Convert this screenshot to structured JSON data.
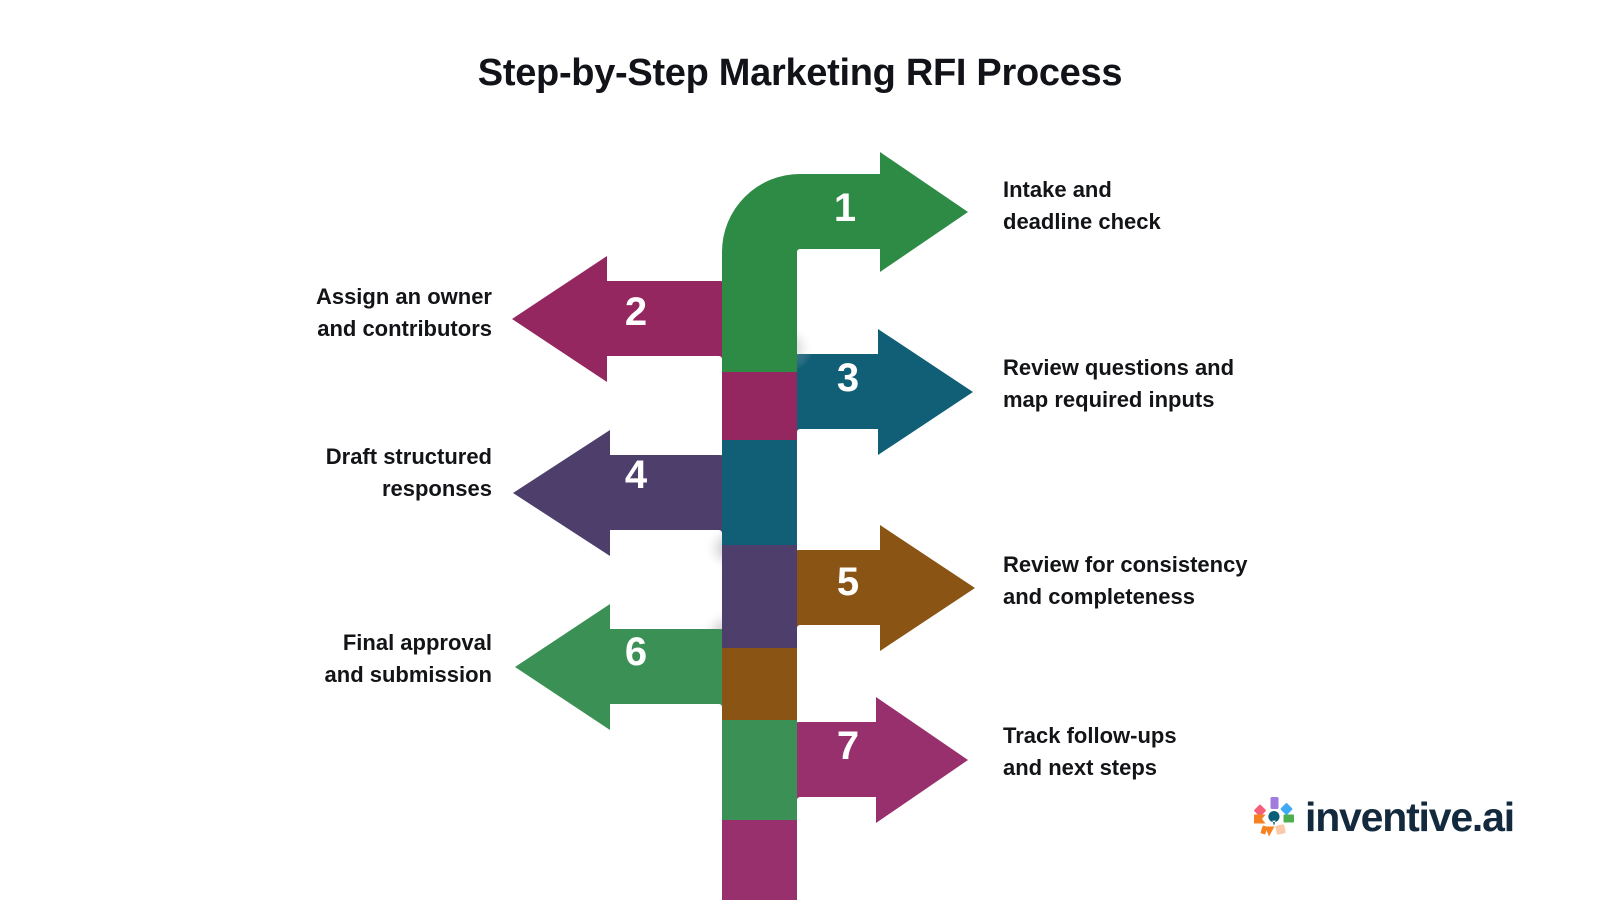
{
  "title": "Step-by-Step Marketing RFI Process",
  "colors": {
    "green_1": "#2E8B46",
    "magenta_2": "#94275F",
    "teal_3": "#115E77",
    "purple_4": "#4E3E6C",
    "brown_5": "#8A5514",
    "green_6": "#3B9155",
    "magenta_7": "#97306D",
    "title_text": "#111318",
    "label_text": "#131417",
    "number_text": "#FFFFFF",
    "background": "#FFFFFF",
    "logo_text": "#13293D"
  },
  "steps": [
    {
      "number": "1",
      "label": "Intake and\ndeadline check",
      "side": "right",
      "color_key": "green_1"
    },
    {
      "number": "2",
      "label": "Assign an owner\nand contributors",
      "side": "left",
      "color_key": "magenta_2"
    },
    {
      "number": "3",
      "label": "Review questions and\nmap required inputs",
      "side": "right",
      "color_key": "teal_3"
    },
    {
      "number": "4",
      "label": "Draft structured\nresponses",
      "side": "left",
      "color_key": "purple_4"
    },
    {
      "number": "5",
      "label": "Review for consistency\nand completeness",
      "side": "right",
      "color_key": "brown_5"
    },
    {
      "number": "6",
      "label": "Final approval\nand submission",
      "side": "left",
      "color_key": "green_6"
    },
    {
      "number": "7",
      "label": "Track follow-ups\nand next steps",
      "side": "right",
      "color_key": "magenta_7"
    }
  ],
  "logo": {
    "text": "inventive.ai",
    "mark_name": "inventive-starburst-icon",
    "mark_colors": [
      "#F4607A",
      "#A07CDC",
      "#3FA9F5",
      "#F58220",
      "#4CAF50",
      "#0B5E78",
      "#F9C9A8",
      "#F4607A"
    ]
  }
}
